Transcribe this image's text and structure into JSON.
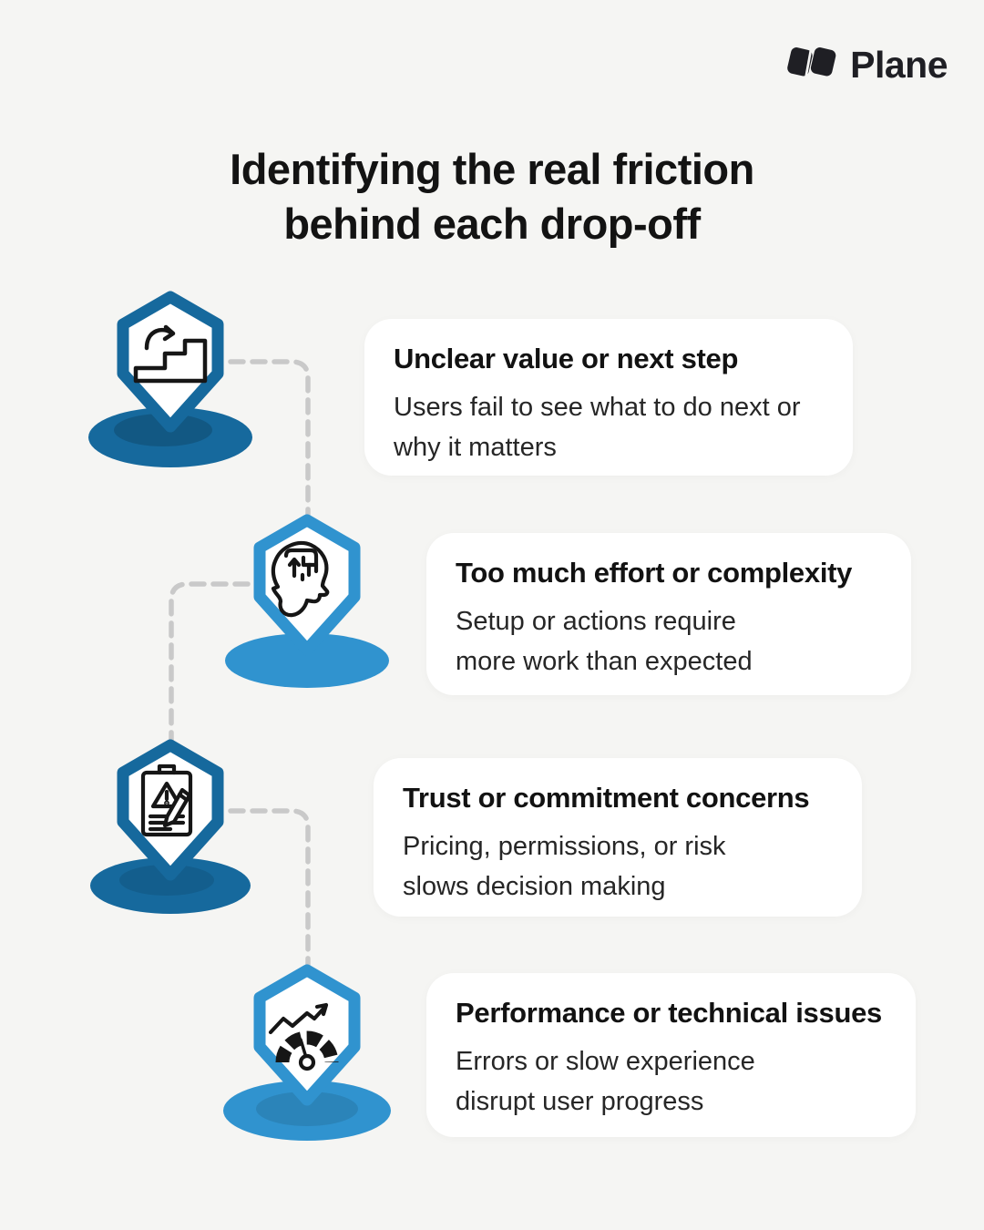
{
  "brand": {
    "name": "Plane",
    "logo_icon": "plane-logo-mark"
  },
  "title": "Identifying the real friction\nbehind each drop-off",
  "palette": {
    "background": "#f5f5f3",
    "card": "#ffffff",
    "dark_blue": "#16699d",
    "light_blue": "#3093cf",
    "connector_gray": "#c9c9c9",
    "icon_ink": "#161616",
    "text_dark": "#131313"
  },
  "items": [
    {
      "icon": "stairs-up-arrow-icon",
      "accent": "#16699d",
      "title": "Unclear value or next step",
      "description": "Users fail to see what to do next or\nwhy it matters"
    },
    {
      "icon": "head-maze-icon",
      "accent": "#3093cf",
      "title": "Too much effort or complexity",
      "description": "Setup or actions require\nmore work than expected"
    },
    {
      "icon": "clipboard-warning-icon",
      "accent": "#16699d",
      "title": "Trust or commitment concerns",
      "description": "Pricing, permissions, or risk\nslows decision making"
    },
    {
      "icon": "gauge-trend-icon",
      "accent": "#3093cf",
      "title": "Performance or technical issues",
      "description": "Errors or slow experience\ndisrupt user progress"
    }
  ]
}
